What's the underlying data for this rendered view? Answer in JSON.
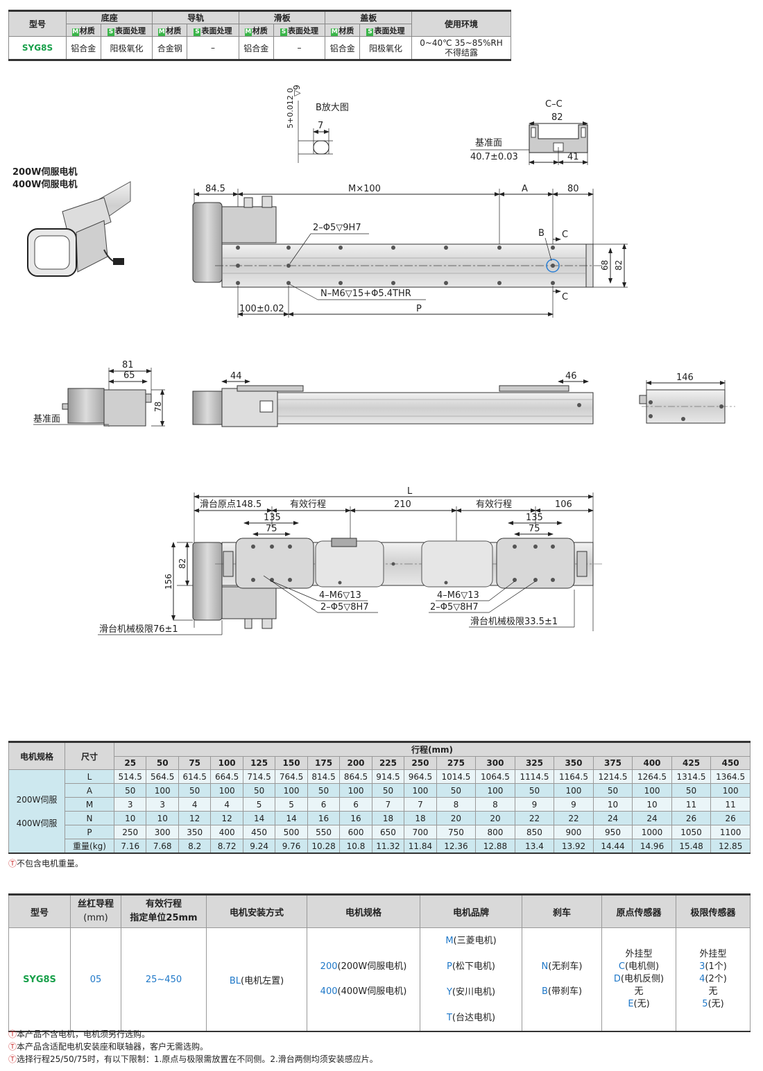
{
  "spec_table": {
    "h_model": "型号",
    "h_base": "底座",
    "h_rail": "导轨",
    "h_slider": "滑板",
    "h_cover": "盖板",
    "h_env": "使用环境",
    "tag_m": "M",
    "tag_s": "S",
    "sub_material": "材质",
    "sub_surface": "表面处理",
    "model": "SYG8S",
    "base_material": "铝合金",
    "base_surface": "阳极氧化",
    "rail_material": "合金钢",
    "rail_surface": "–",
    "slider_material": "铝合金",
    "slider_surface": "–",
    "cover_material": "铝合金",
    "cover_surface": "阳极氧化",
    "env_line1": "0~40℃  35~85%RH",
    "env_line2": "不得结露"
  },
  "drawing": {
    "motor_line1": "200W伺服电机",
    "motor_line2": "400W伺服电机",
    "b_detail": "B放大图",
    "b_dim_tol": "5+0.012 0",
    "b_dim_depth": "▽9",
    "b_dim_7": "7",
    "cc_title": "C–C",
    "cc_82": "82",
    "cc_41": "41",
    "ref_face": "基准面",
    "ref_dim": "40.7±0.03",
    "d_84_5": "84.5",
    "d_mx100": "M×100",
    "d_a": "A",
    "d_80": "80",
    "d_b": "B",
    "d_c": "C",
    "d_phi5": "2–Φ5▽9H7",
    "d_nm6": "N–M6▽15+Φ5.4THR",
    "d_100": "100±0.02",
    "d_p": "P",
    "d_68": "68",
    "d_82": "82",
    "s_81": "81",
    "s_65": "65",
    "s_78": "78",
    "s_ref": "基准面",
    "s_44": "44",
    "s_46": "46",
    "s_146": "146",
    "l_l": "L",
    "l_origin": "滑台原点148.5",
    "l_eff1": "有效行程",
    "l_210": "210",
    "l_eff2": "有效行程",
    "l_106": "106",
    "l_135a": "135",
    "l_75a": "75",
    "l_135b": "135",
    "l_75b": "75",
    "l_82": "82",
    "l_156": "156",
    "l_m6a": "4–M6▽13",
    "l_phia": "2–Φ5▽8H7",
    "l_m6b": "4–M6▽13",
    "l_phib": "2–Φ5▽8H7",
    "l_limit_l": "滑台机械极限76±1",
    "l_limit_r": "滑台机械极限33.5±1"
  },
  "dim_table": {
    "h_motor": "电机规格",
    "h_size": "尺寸",
    "h_stroke": "行程(mm)",
    "strokes": [
      "25",
      "50",
      "75",
      "100",
      "125",
      "150",
      "175",
      "200",
      "225",
      "250",
      "275",
      "300",
      "325",
      "350",
      "375",
      "400",
      "425",
      "450"
    ],
    "motor_a": "200W伺服",
    "motor_b": "400W伺服",
    "rows": [
      {
        "label": "L",
        "values": [
          "514.5",
          "564.5",
          "614.5",
          "664.5",
          "714.5",
          "764.5",
          "814.5",
          "864.5",
          "914.5",
          "964.5",
          "1014.5",
          "1064.5",
          "1114.5",
          "1164.5",
          "1214.5",
          "1264.5",
          "1314.5",
          "1364.5"
        ]
      },
      {
        "label": "A",
        "values": [
          "50",
          "100",
          "50",
          "100",
          "50",
          "100",
          "50",
          "100",
          "50",
          "100",
          "50",
          "100",
          "50",
          "100",
          "50",
          "100",
          "50",
          "100"
        ]
      },
      {
        "label": "M",
        "values": [
          "3",
          "3",
          "4",
          "4",
          "5",
          "5",
          "6",
          "6",
          "7",
          "7",
          "8",
          "8",
          "9",
          "9",
          "10",
          "10",
          "11",
          "11"
        ]
      },
      {
        "label": "N",
        "values": [
          "10",
          "10",
          "12",
          "12",
          "14",
          "14",
          "16",
          "16",
          "18",
          "18",
          "20",
          "20",
          "22",
          "22",
          "24",
          "24",
          "26",
          "26"
        ]
      },
      {
        "label": "P",
        "values": [
          "250",
          "300",
          "350",
          "400",
          "450",
          "500",
          "550",
          "600",
          "650",
          "700",
          "750",
          "800",
          "850",
          "900",
          "950",
          "1000",
          "1050",
          "1100"
        ]
      },
      {
        "label": "重量(kg)",
        "values": [
          "7.16",
          "7.68",
          "8.2",
          "8.72",
          "9.24",
          "9.76",
          "10.28",
          "10.8",
          "11.32",
          "11.84",
          "12.36",
          "12.88",
          "13.4",
          "13.92",
          "14.44",
          "14.96",
          "15.48",
          "12.85"
        ]
      }
    ],
    "note_mark": "Ⓣ",
    "note": "不包含电机重量。"
  },
  "order_table": {
    "h_model": "型号",
    "h_lead_1": "丝杠导程",
    "h_lead_2": "(mm)",
    "h_eff_1": "有效行程",
    "h_eff_2": "指定单位25mm",
    "h_mount": "电机安装方式",
    "h_motor": "电机规格",
    "h_brand": "电机品牌",
    "h_brake": "刹车",
    "h_origin": "原点传感器",
    "h_limit": "极限传感器",
    "model": "SYG8S",
    "lead": "05",
    "eff": "25~450",
    "mount_code": "BL",
    "mount_text": "(电机左置)",
    "motor_200_code": "200",
    "motor_200_text": "(200W伺服电机)",
    "motor_400_code": "400",
    "motor_400_text": "(400W伺服电机)",
    "brand_m_code": "M",
    "brand_m_text": "(三菱电机)",
    "brand_p_code": "P",
    "brand_p_text": "(松下电机)",
    "brand_y_code": "Y",
    "brand_y_text": "(安川电机)",
    "brand_t_code": "T",
    "brand_t_text": "(台达电机)",
    "brake_n_code": "N",
    "brake_n_text": "(无刹车)",
    "brake_b_code": "B",
    "brake_b_text": "(带刹车)",
    "origin_type": "外挂型",
    "origin_c_code": "C",
    "origin_c_text": "(电机侧)",
    "origin_d_code": "D",
    "origin_d_text": "(电机反侧)",
    "origin_none": "无",
    "origin_e_code": "E",
    "origin_e_text": "(无)",
    "limit_type": "外挂型",
    "limit_3_code": "3",
    "limit_3_text": "(1个)",
    "limit_4_code": "4",
    "limit_4_text": "(2个)",
    "limit_none": "无",
    "limit_5_code": "5",
    "limit_5_text": "(无)"
  },
  "notes": [
    {
      "mark": "Ⓣ",
      "text": "本产品不含电机，电机须另行选购。"
    },
    {
      "mark": "Ⓣ",
      "text": "本产品含适配电机安装座和联轴器，客户无需选购。"
    },
    {
      "mark": "Ⓣ",
      "text": "选择行程25/50/75时，有以下限制：1.原点与极限需放置在不同侧。2.滑台两侧均须安装感应片。"
    }
  ]
}
